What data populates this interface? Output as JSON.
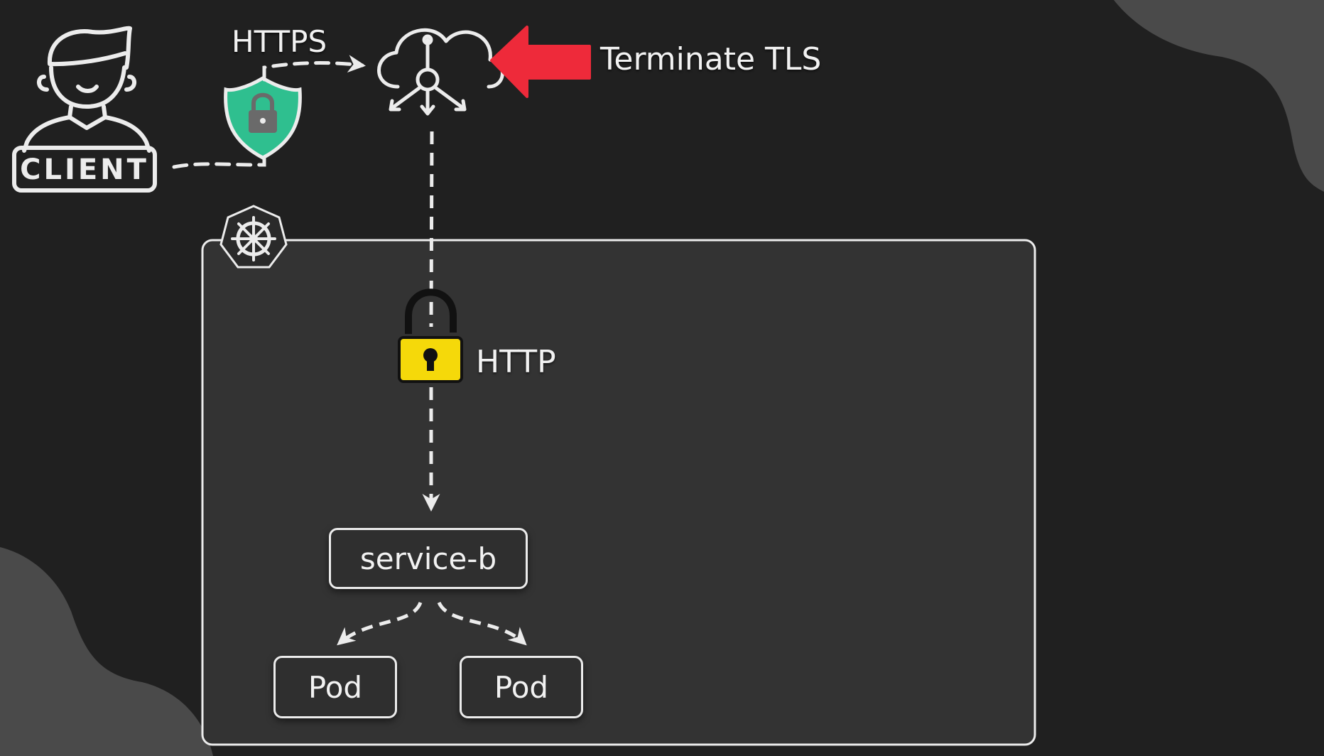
{
  "labels": {
    "client": "CLIENT",
    "https": "HTTPS",
    "terminate_tls": "Terminate TLS",
    "http": "HTTP",
    "service": "service-b",
    "pod_1": "Pod",
    "pod_2": "Pod"
  },
  "colors": {
    "background": "#202020",
    "blob": "#4a4a4a",
    "cluster_fill": "#333333",
    "outline": "#ececec",
    "arrow_red": "#ee2a3a",
    "shield_green": "#2fbf8f",
    "lock_yellow": "#f5d90a"
  },
  "icons": [
    "client-person-icon",
    "shield-lock-icon",
    "cloud-gateway-icon",
    "red-arrow-icon",
    "kubernetes-icon",
    "open-padlock-icon"
  ]
}
